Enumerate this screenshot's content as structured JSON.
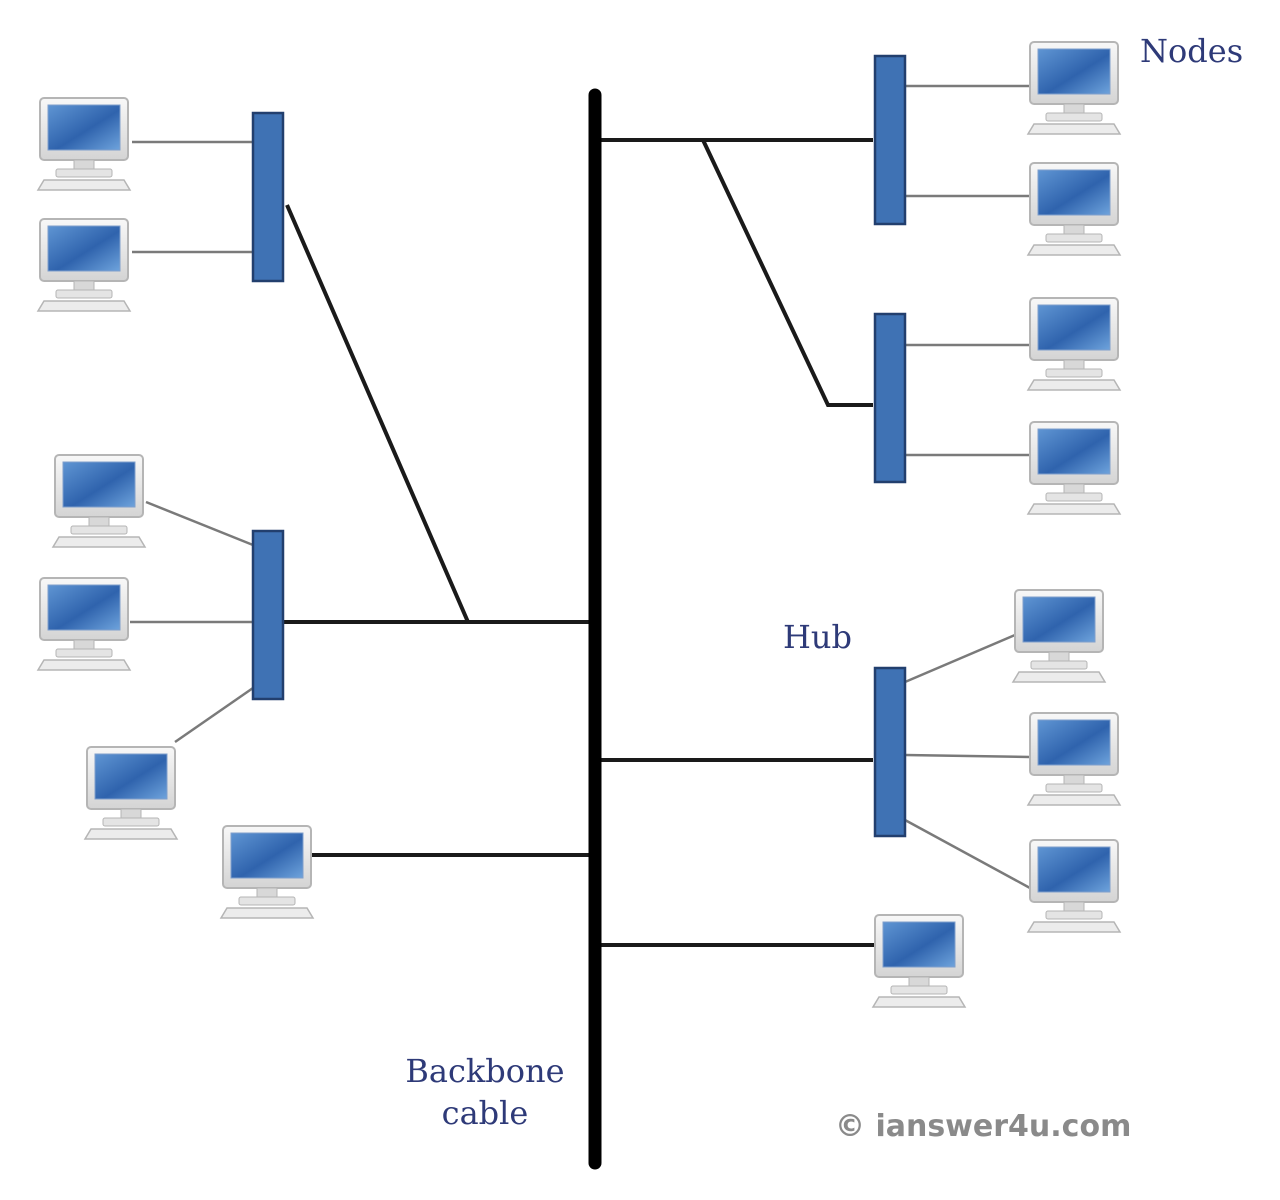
{
  "labels": {
    "nodes": "Nodes",
    "hub": "Hub",
    "backbone_line1": "Backbone",
    "backbone_line2": "cable",
    "watermark": "© ianswer4u.com"
  },
  "colors": {
    "hub_fill": "#3f72b4",
    "hub_stroke": "#223f6e",
    "backbone": "#000000",
    "link": "#1a1a1a",
    "node_link": "#7a7a7a",
    "label_text": "#2e3a78",
    "screen": "#3b6fb8"
  },
  "icons": {
    "hub": "hub-icon",
    "node": "computer-icon"
  },
  "topology": {
    "hubs": [
      "left-top",
      "left-middle",
      "right-top",
      "right-middle",
      "right-bottom"
    ],
    "nodes_per_hub": {
      "left-top": 2,
      "left-middle": 3,
      "right-top": 2,
      "right-middle": 2,
      "right-bottom": 3
    },
    "direct_nodes": 2
  }
}
